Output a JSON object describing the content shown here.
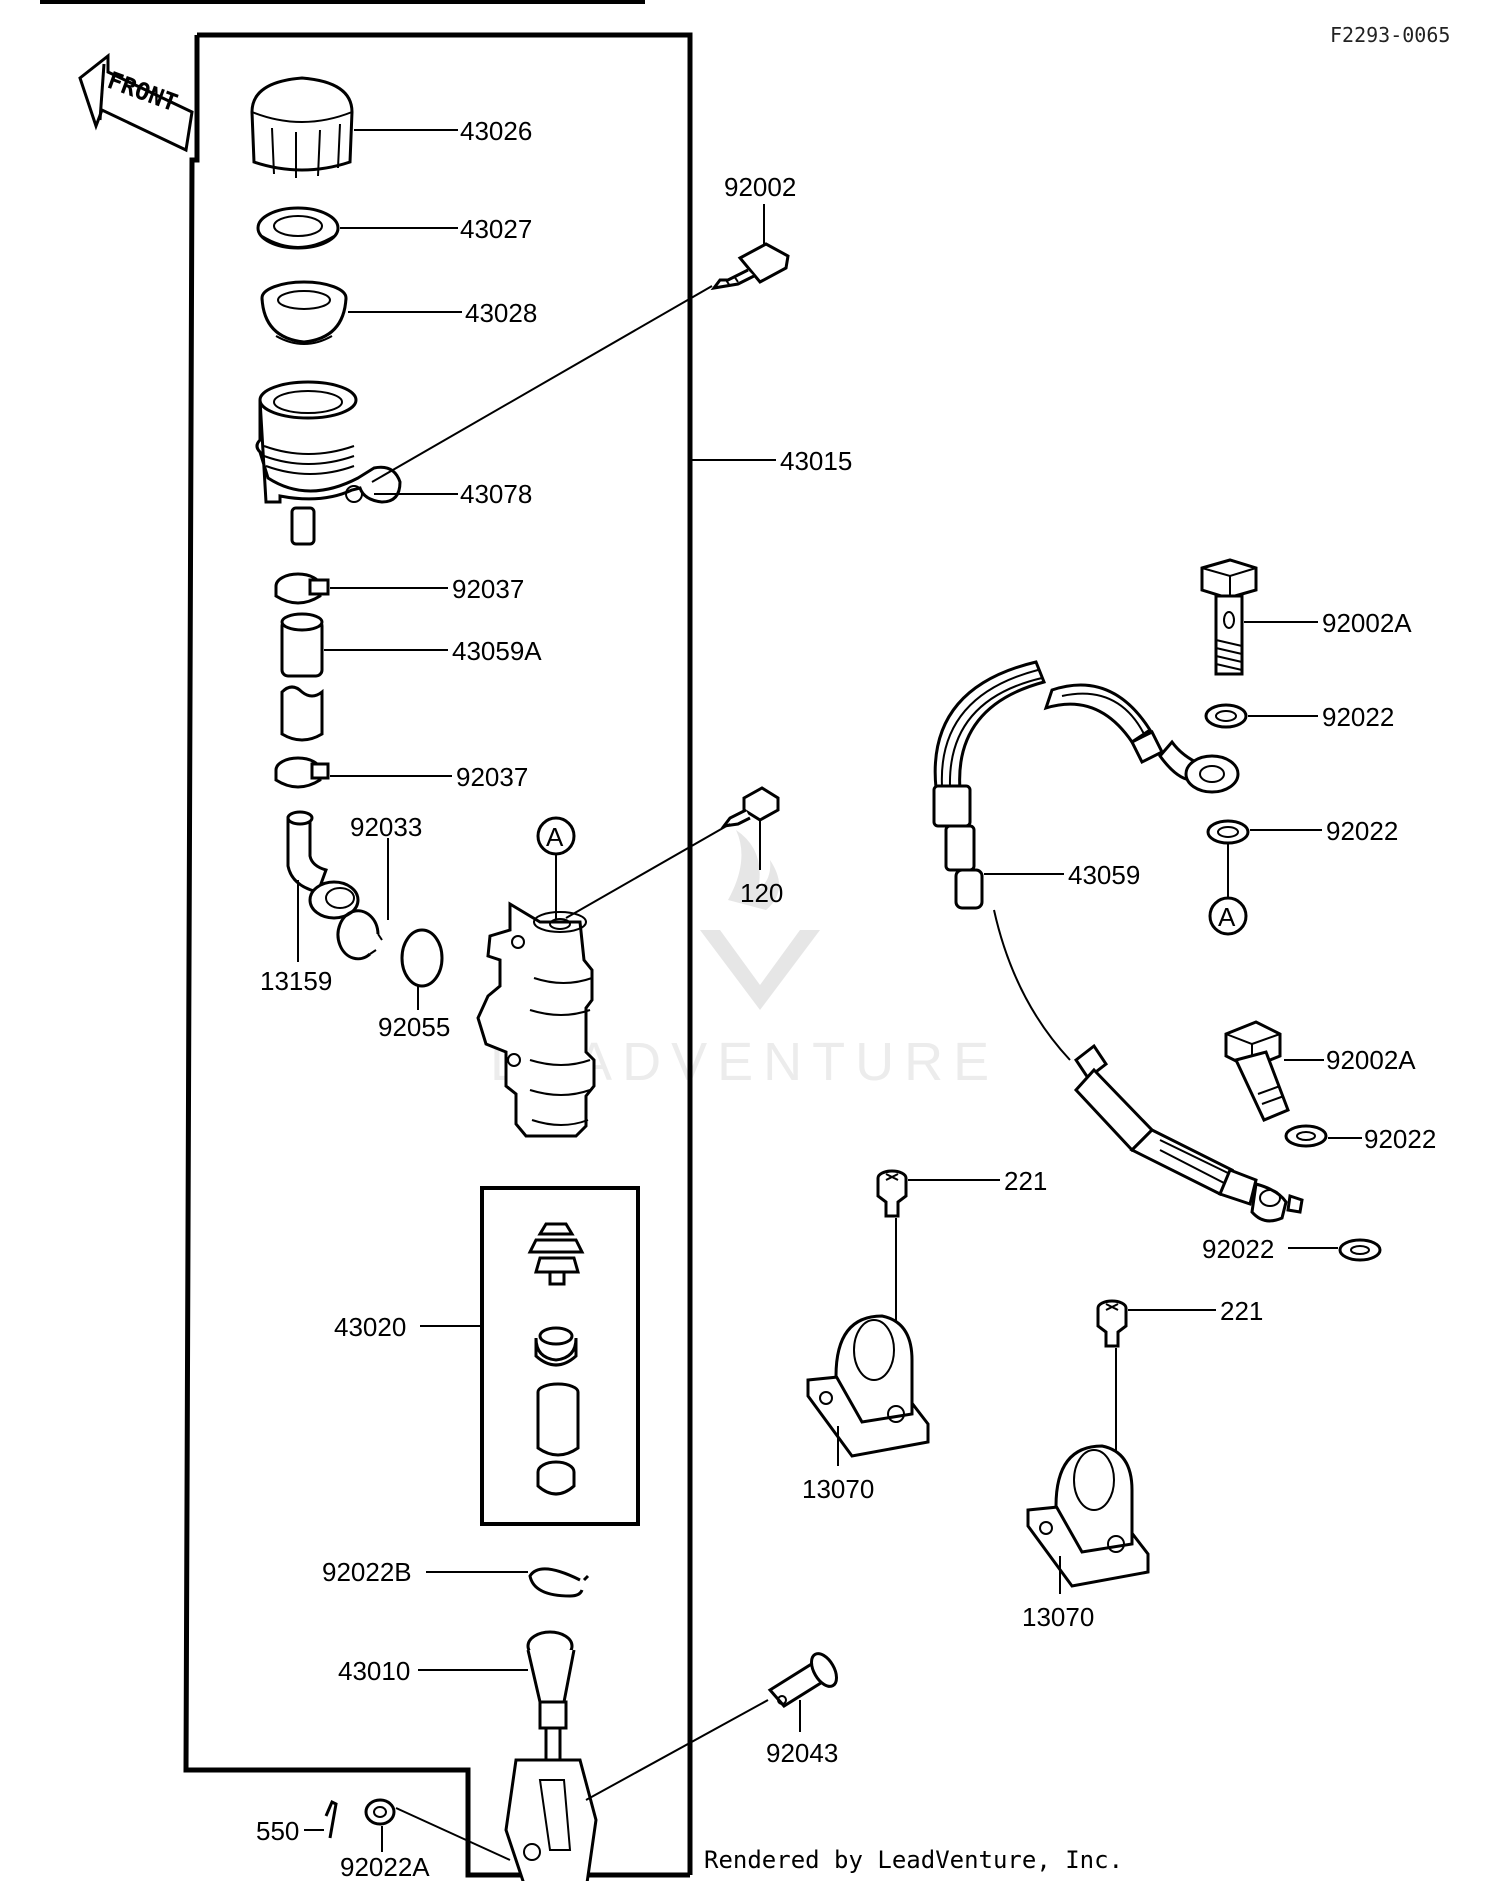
{
  "diagram_code": "F2293-0065",
  "front_label": "FRONT",
  "footer": "Rendered by LeadVenture, Inc.",
  "watermark": "LEADVENTURE",
  "parts": {
    "p43026": "43026",
    "p43027": "43027",
    "p43028": "43028",
    "p92002": "92002",
    "p43015": "43015",
    "p43078": "43078",
    "p92037a": "92037",
    "p43059A": "43059A",
    "p92037b": "92037",
    "p92033": "92033",
    "p13159": "13159",
    "p92055": "92055",
    "p120": "120",
    "p43020": "43020",
    "p92022B": "92022B",
    "p43010": "43010",
    "p92043": "92043",
    "p550": "550",
    "p92022A": "92022A",
    "p92002A_1": "92002A",
    "p92022_1": "92022",
    "p92022_2": "92022",
    "p43059": "43059",
    "p92002A_2": "92002A",
    "p92022_3": "92022",
    "p92022_4": "92022",
    "p221_1": "221",
    "p221_2": "221",
    "p13070_1": "13070",
    "p13070_2": "13070"
  },
  "refs": {
    "ref_a1": "A",
    "ref_a2": "A"
  }
}
